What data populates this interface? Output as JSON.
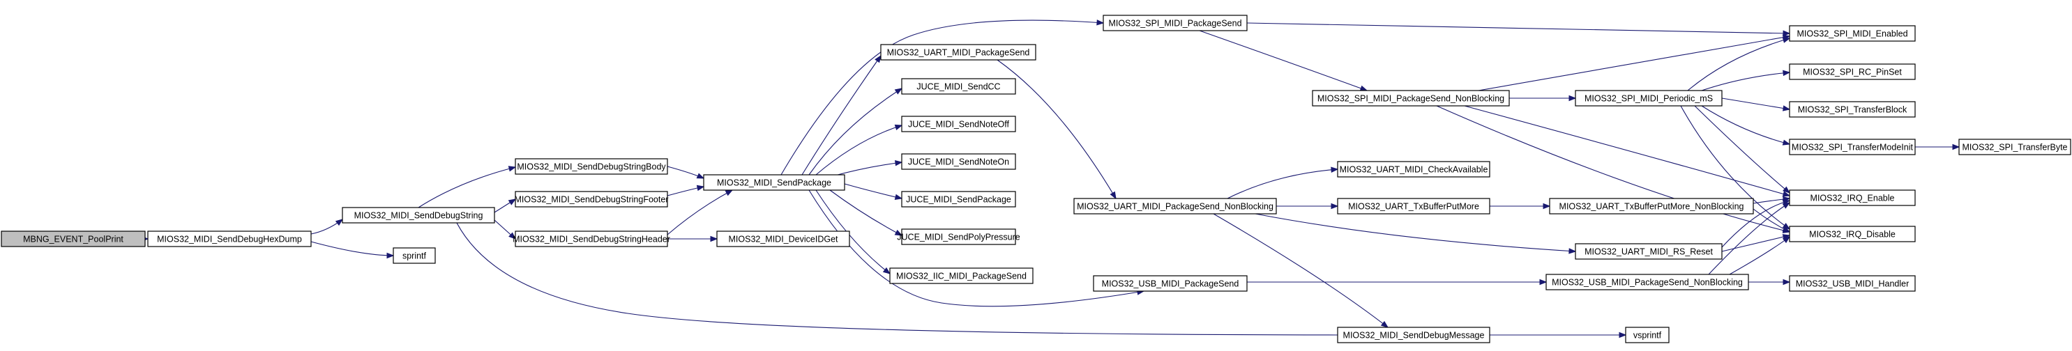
{
  "graph": {
    "type": "call-graph",
    "colors": {
      "edge": "#191970",
      "root_fill": "#bfbfbf",
      "node_fill": "#ffffff",
      "border": "#000000"
    },
    "nodes": [
      {
        "id": "mbng",
        "label": "MBNG_EVENT_PoolPrint",
        "root": true
      },
      {
        "id": "hexdump",
        "label": "MIOS32_MIDI_SendDebugHexDump"
      },
      {
        "id": "dbgstr",
        "label": "MIOS32_MIDI_SendDebugString"
      },
      {
        "id": "sprintf",
        "label": "sprintf"
      },
      {
        "id": "body",
        "label": "MIOS32_MIDI_SendDebugStringBody"
      },
      {
        "id": "footer",
        "label": "MIOS32_MIDI_SendDebugStringFooter"
      },
      {
        "id": "header",
        "label": "MIOS32_MIDI_SendDebugStringHeader"
      },
      {
        "id": "sendpkg",
        "label": "MIOS32_MIDI_SendPackage"
      },
      {
        "id": "deviceid",
        "label": "MIOS32_MIDI_DeviceIDGet"
      },
      {
        "id": "uartpkg",
        "label": "MIOS32_UART_MIDI_PackageSend"
      },
      {
        "id": "jcc",
        "label": "JUCE_MIDI_SendCC"
      },
      {
        "id": "joff",
        "label": "JUCE_MIDI_SendNoteOff"
      },
      {
        "id": "jon",
        "label": "JUCE_MIDI_SendNoteOn"
      },
      {
        "id": "jpkg",
        "label": "JUCE_MIDI_SendPackage"
      },
      {
        "id": "jpoly",
        "label": "JUCE_MIDI_SendPolyPressure"
      },
      {
        "id": "iic",
        "label": "MIOS32_IIC_MIDI_PackageSend"
      },
      {
        "id": "spipkg",
        "label": "MIOS32_SPI_MIDI_PackageSend"
      },
      {
        "id": "uartnb",
        "label": "MIOS32_UART_MIDI_PackageSend_NonBlocking"
      },
      {
        "id": "usbpkg",
        "label": "MIOS32_USB_MIDI_PackageSend"
      },
      {
        "id": "dbgmsg",
        "label": "MIOS32_MIDI_SendDebugMessage"
      },
      {
        "id": "spinb",
        "label": "MIOS32_SPI_MIDI_PackageSend_NonBlocking"
      },
      {
        "id": "checkavail",
        "label": "MIOS32_UART_MIDI_CheckAvailable"
      },
      {
        "id": "txput",
        "label": "MIOS32_UART_TxBufferPutMore"
      },
      {
        "id": "periodic",
        "label": "MIOS32_SPI_MIDI_Periodic_mS"
      },
      {
        "id": "txputnb",
        "label": "MIOS32_UART_TxBufferPutMore_NonBlocking"
      },
      {
        "id": "rsreset",
        "label": "MIOS32_UART_MIDI_RS_Reset"
      },
      {
        "id": "usbnb",
        "label": "MIOS32_USB_MIDI_PackageSend_NonBlocking"
      },
      {
        "id": "vsprintf",
        "label": "vsprintf"
      },
      {
        "id": "spienabled",
        "label": "MIOS32_SPI_MIDI_Enabled"
      },
      {
        "id": "rcpinset",
        "label": "MIOS32_SPI_RC_PinSet"
      },
      {
        "id": "transblock",
        "label": "MIOS32_SPI_TransferBlock"
      },
      {
        "id": "transmode",
        "label": "MIOS32_SPI_TransferModeInit"
      },
      {
        "id": "irqen",
        "label": "MIOS32_IRQ_Enable"
      },
      {
        "id": "irqdis",
        "label": "MIOS32_IRQ_Disable"
      },
      {
        "id": "usbhandler",
        "label": "MIOS32_USB_MIDI_Handler"
      },
      {
        "id": "transbyte",
        "label": "MIOS32_SPI_TransferByte"
      }
    ],
    "edges": [
      [
        "mbng",
        "hexdump"
      ],
      [
        "hexdump",
        "dbgstr"
      ],
      [
        "hexdump",
        "sprintf"
      ],
      [
        "dbgstr",
        "body"
      ],
      [
        "dbgstr",
        "footer"
      ],
      [
        "dbgstr",
        "header"
      ],
      [
        "body",
        "sendpkg"
      ],
      [
        "footer",
        "sendpkg"
      ],
      [
        "header",
        "sendpkg"
      ],
      [
        "header",
        "deviceid"
      ],
      [
        "sendpkg",
        "uartpkg"
      ],
      [
        "sendpkg",
        "jcc"
      ],
      [
        "sendpkg",
        "joff"
      ],
      [
        "sendpkg",
        "jon"
      ],
      [
        "sendpkg",
        "jpkg"
      ],
      [
        "sendpkg",
        "jpoly"
      ],
      [
        "sendpkg",
        "iic"
      ],
      [
        "sendpkg",
        "spipkg"
      ],
      [
        "sendpkg",
        "usbpkg"
      ],
      [
        "uartpkg",
        "uartnb"
      ],
      [
        "spipkg",
        "spienabled"
      ],
      [
        "spipkg",
        "spinb"
      ],
      [
        "spinb",
        "spienabled"
      ],
      [
        "spinb",
        "periodic"
      ],
      [
        "spinb",
        "irqen"
      ],
      [
        "spinb",
        "irqdis"
      ],
      [
        "periodic",
        "spienabled"
      ],
      [
        "periodic",
        "rcpinset"
      ],
      [
        "periodic",
        "transblock"
      ],
      [
        "periodic",
        "transmode"
      ],
      [
        "periodic",
        "irqen"
      ],
      [
        "periodic",
        "irqdis"
      ],
      [
        "transmode",
        "transbyte"
      ],
      [
        "uartnb",
        "checkavail"
      ],
      [
        "uartnb",
        "txput"
      ],
      [
        "uartnb",
        "rsreset"
      ],
      [
        "uartnb",
        "dbgmsg"
      ],
      [
        "txput",
        "txputnb"
      ],
      [
        "txputnb",
        "irqen"
      ],
      [
        "txputnb",
        "irqdis"
      ],
      [
        "rsreset",
        "irqen"
      ],
      [
        "rsreset",
        "irqdis"
      ],
      [
        "usbpkg",
        "usbnb"
      ],
      [
        "usbnb",
        "irqen"
      ],
      [
        "usbnb",
        "irqdis"
      ],
      [
        "usbnb",
        "usbhandler"
      ],
      [
        "dbgmsg",
        "vsprintf"
      ],
      [
        "dbgmsg",
        "dbgstr"
      ]
    ]
  }
}
